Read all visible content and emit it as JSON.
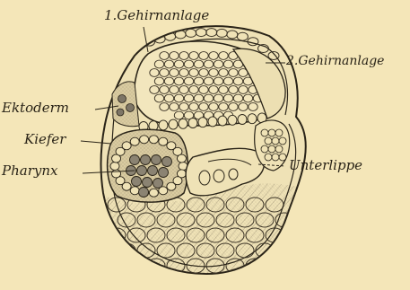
{
  "labels": {
    "gehirnanlage_1": "1.Gehirnanlage",
    "gehirnanlage_2": "2.Gehirnanlage",
    "ektoderm": "Ektoderm",
    "kiefer": "Kiefer",
    "pharynx": "Pharynx",
    "unterlippe": "Unterlippe"
  },
  "colors": {
    "background": "#f4e6b8",
    "ink": "#2a2418",
    "tissue_light": "#efe2b6",
    "tissue_dotted": "#d9cba0",
    "cell_dark": "#7d7566"
  }
}
